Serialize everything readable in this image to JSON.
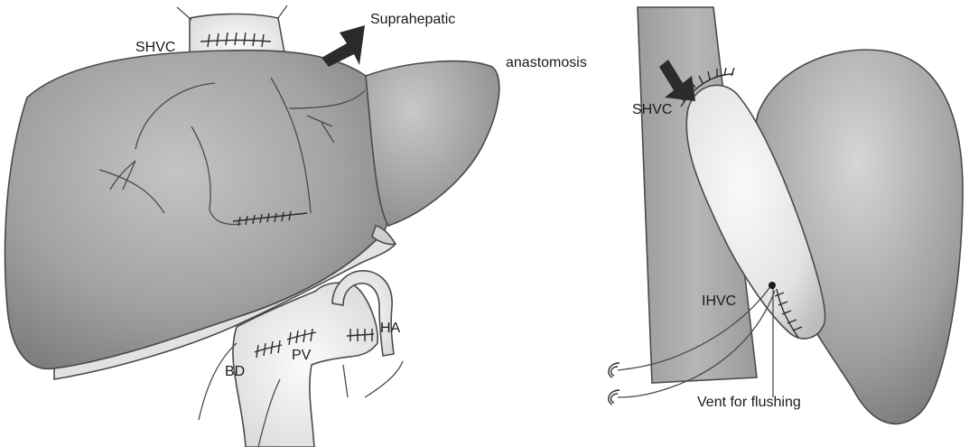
{
  "labels": {
    "suprahepatic": "Suprahepatic",
    "anastomosis": "anastomosis",
    "shvc_left": "SHVC",
    "shvc_right": "SHVC",
    "ihvc": "IHVC",
    "ha": "HA",
    "bd": "BD",
    "pv": "PV",
    "vent": "Vent for flushing"
  },
  "colors": {
    "liver_dark": "#8f8f8f",
    "liver_mid": "#b3b3b3",
    "liver_light": "#f2f2f2",
    "outline": "#4a4a4a",
    "arrow": "#2b2b2b"
  }
}
